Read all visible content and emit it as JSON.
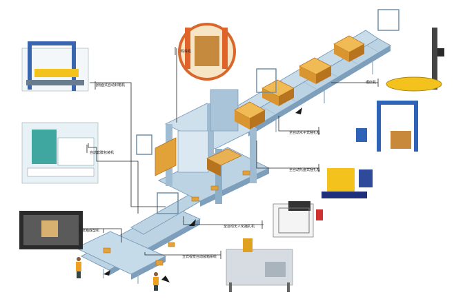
{
  "labels": {
    "carton_sealer": "侧面式自动封箱机",
    "shrink_wrapper": "自动套膜包装机",
    "case_erector": "纸箱成型机",
    "palletizer": "码垛机",
    "stretch_wrapper": "缠绕机",
    "horizontal_strapper": "全自动水平式捆扎机",
    "pallet_strapper": "全自动托盘式捆扎机",
    "auto_strapper": "全自动无人化捆扎机",
    "case_packer": "立式视觉自动装箱系统"
  },
  "colors": {
    "conveyor_top": "#bcd3e4",
    "conveyor_side": "#7d9fbb",
    "frame": "#9fbcd2",
    "carton": "#e2a23a",
    "carton_side": "#b8731f",
    "leader": "#222222",
    "arrow": "#1a1a1a",
    "machine_blue": "#2f63b8",
    "machine_yellow": "#f3c21c"
  },
  "icons": {
    "flow_arrow": "flow-arrow-icon",
    "operator": "operator-icon"
  }
}
